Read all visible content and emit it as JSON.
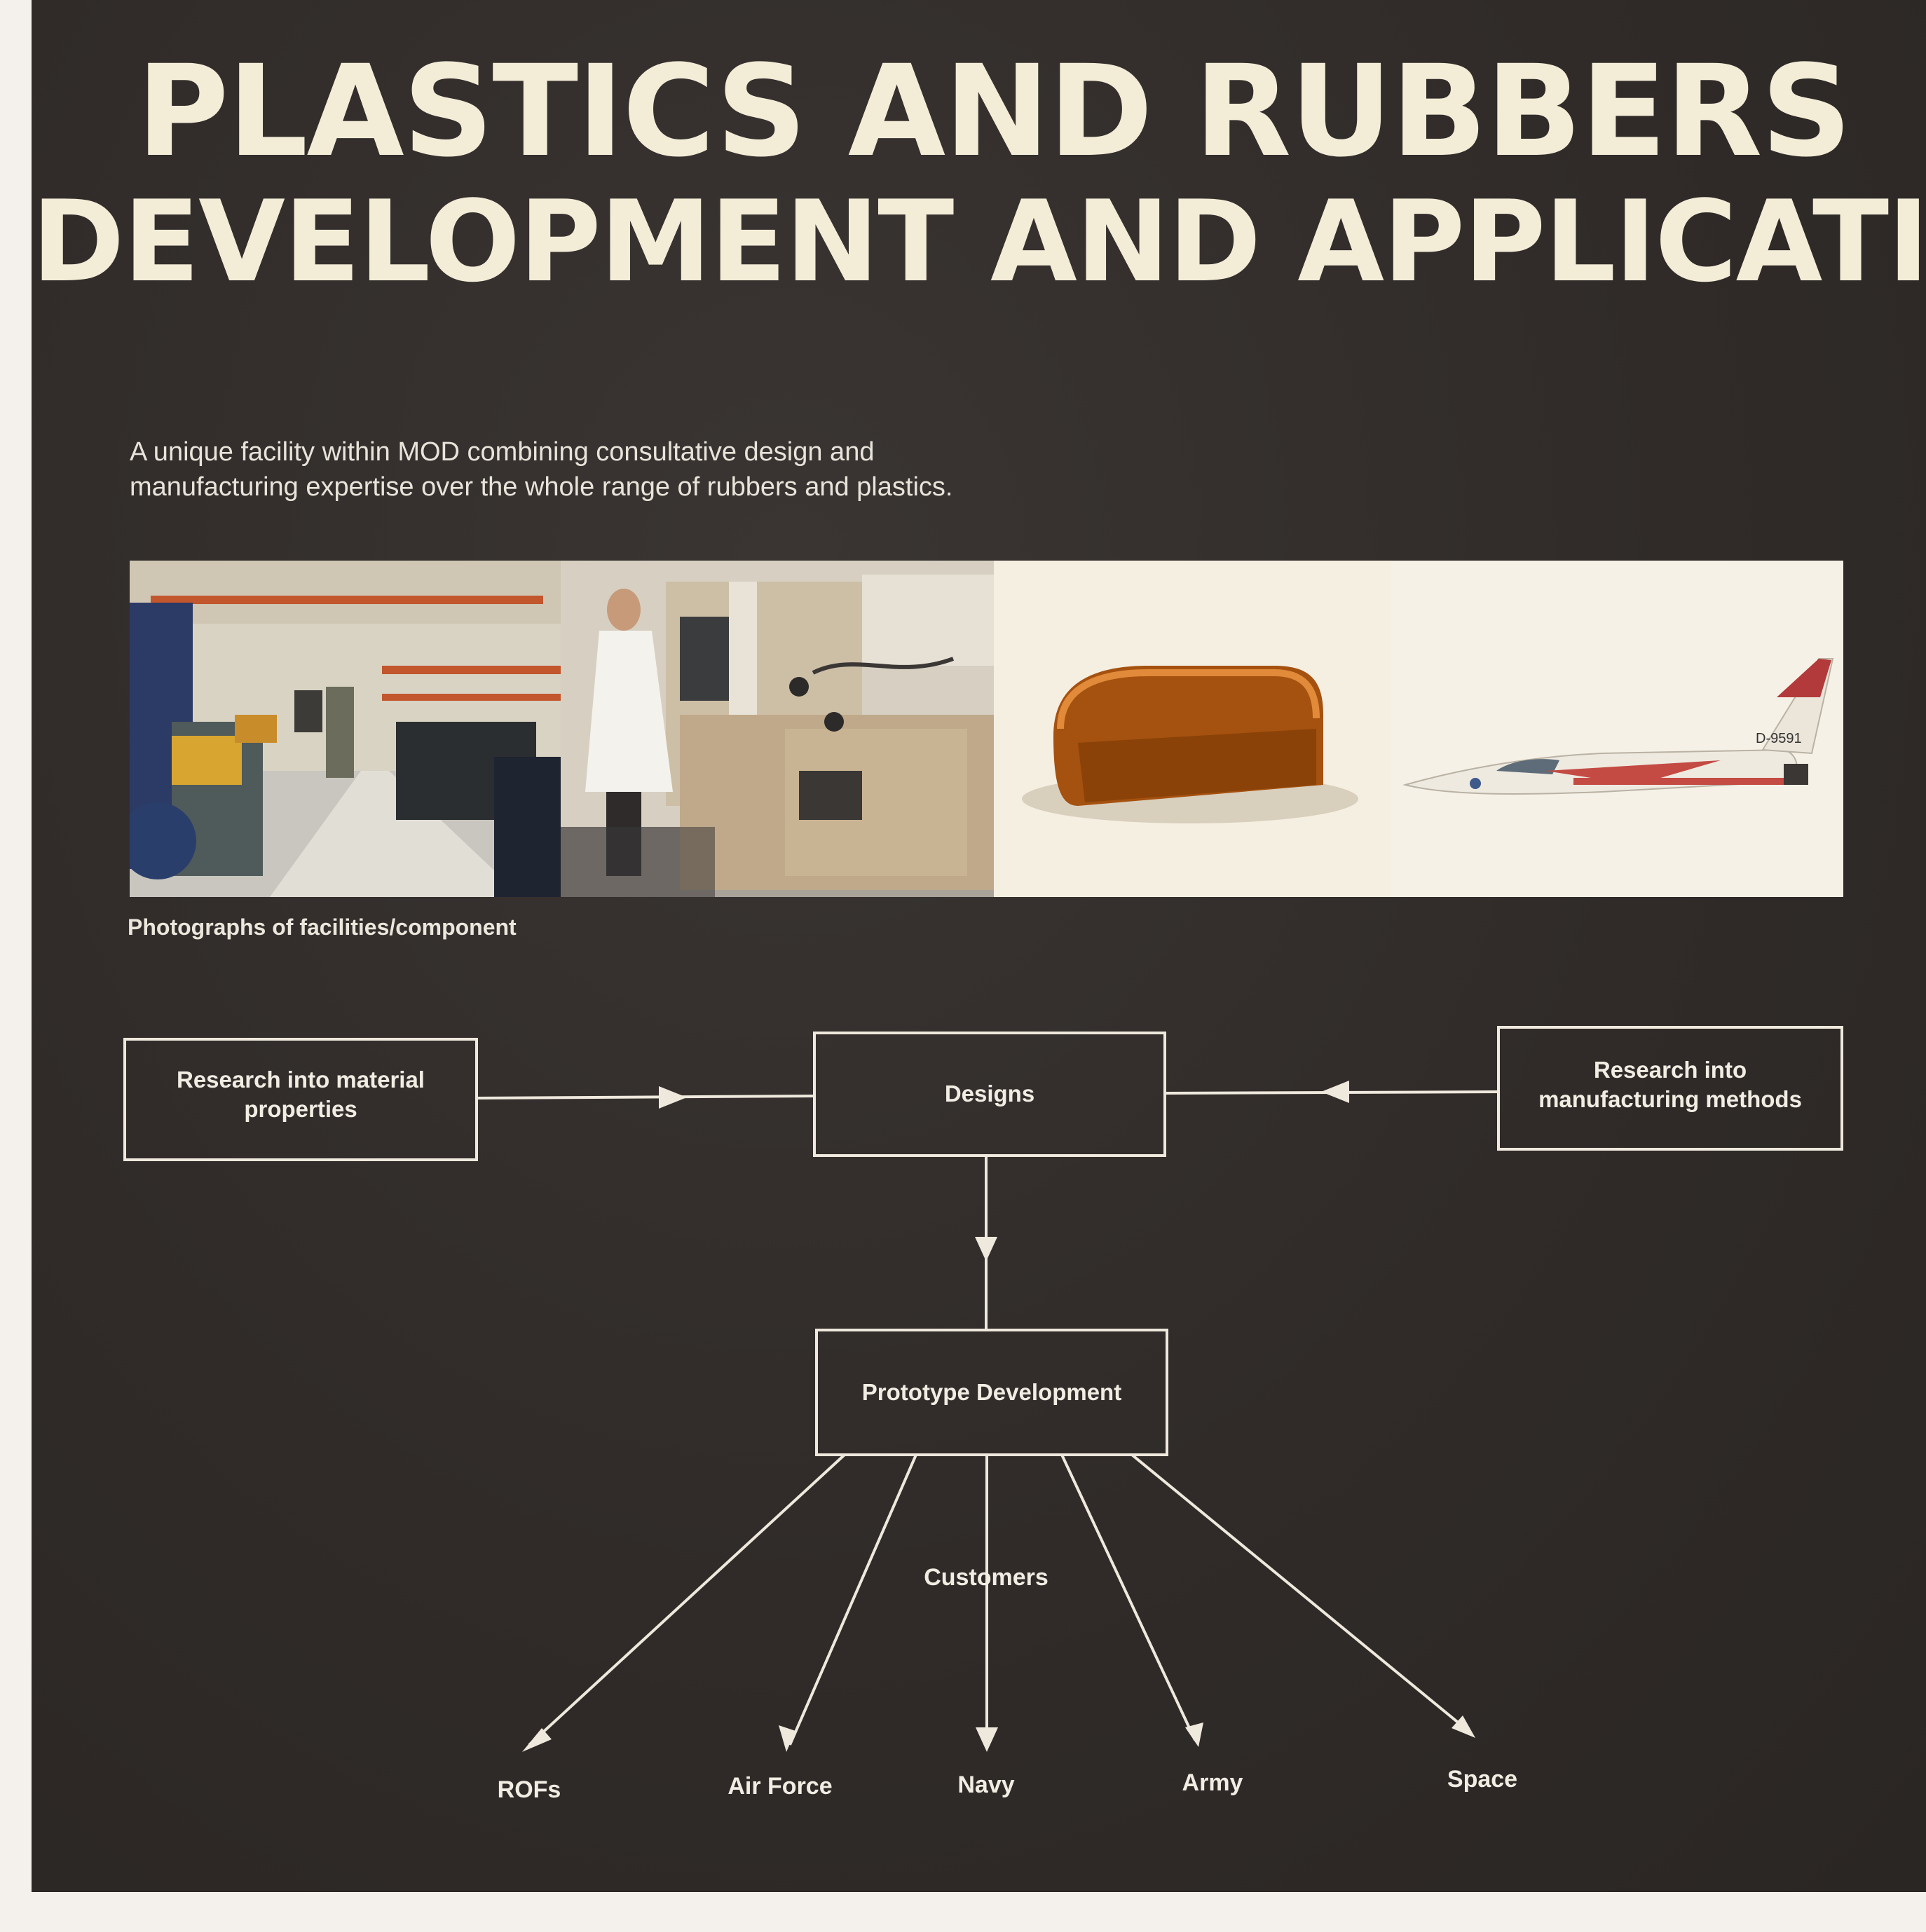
{
  "title": {
    "line1": "PLASTICS AND RUBBERS",
    "line2": "DEVELOPMENT AND APPLICATIONS"
  },
  "intro": "A unique facility within MOD combining consultative design and manufacturing expertise over the whole range of rubbers and plastics.",
  "photos": {
    "caption": "Photographs of facilities/component",
    "aircraft_marking": "D-9591"
  },
  "diagram": {
    "nodes": {
      "research_materials": "Research into material properties",
      "designs": "Designs",
      "research_manufacturing": "Research into manufacturing methods",
      "prototype": "Prototype Development"
    },
    "customers_label": "Customers",
    "customers": [
      "ROFs",
      "Air Force",
      "Navy",
      "Army",
      "Space"
    ]
  },
  "colors": {
    "background": "#302b29",
    "text": "#f3ecd7",
    "lines": "#efe9dd"
  }
}
